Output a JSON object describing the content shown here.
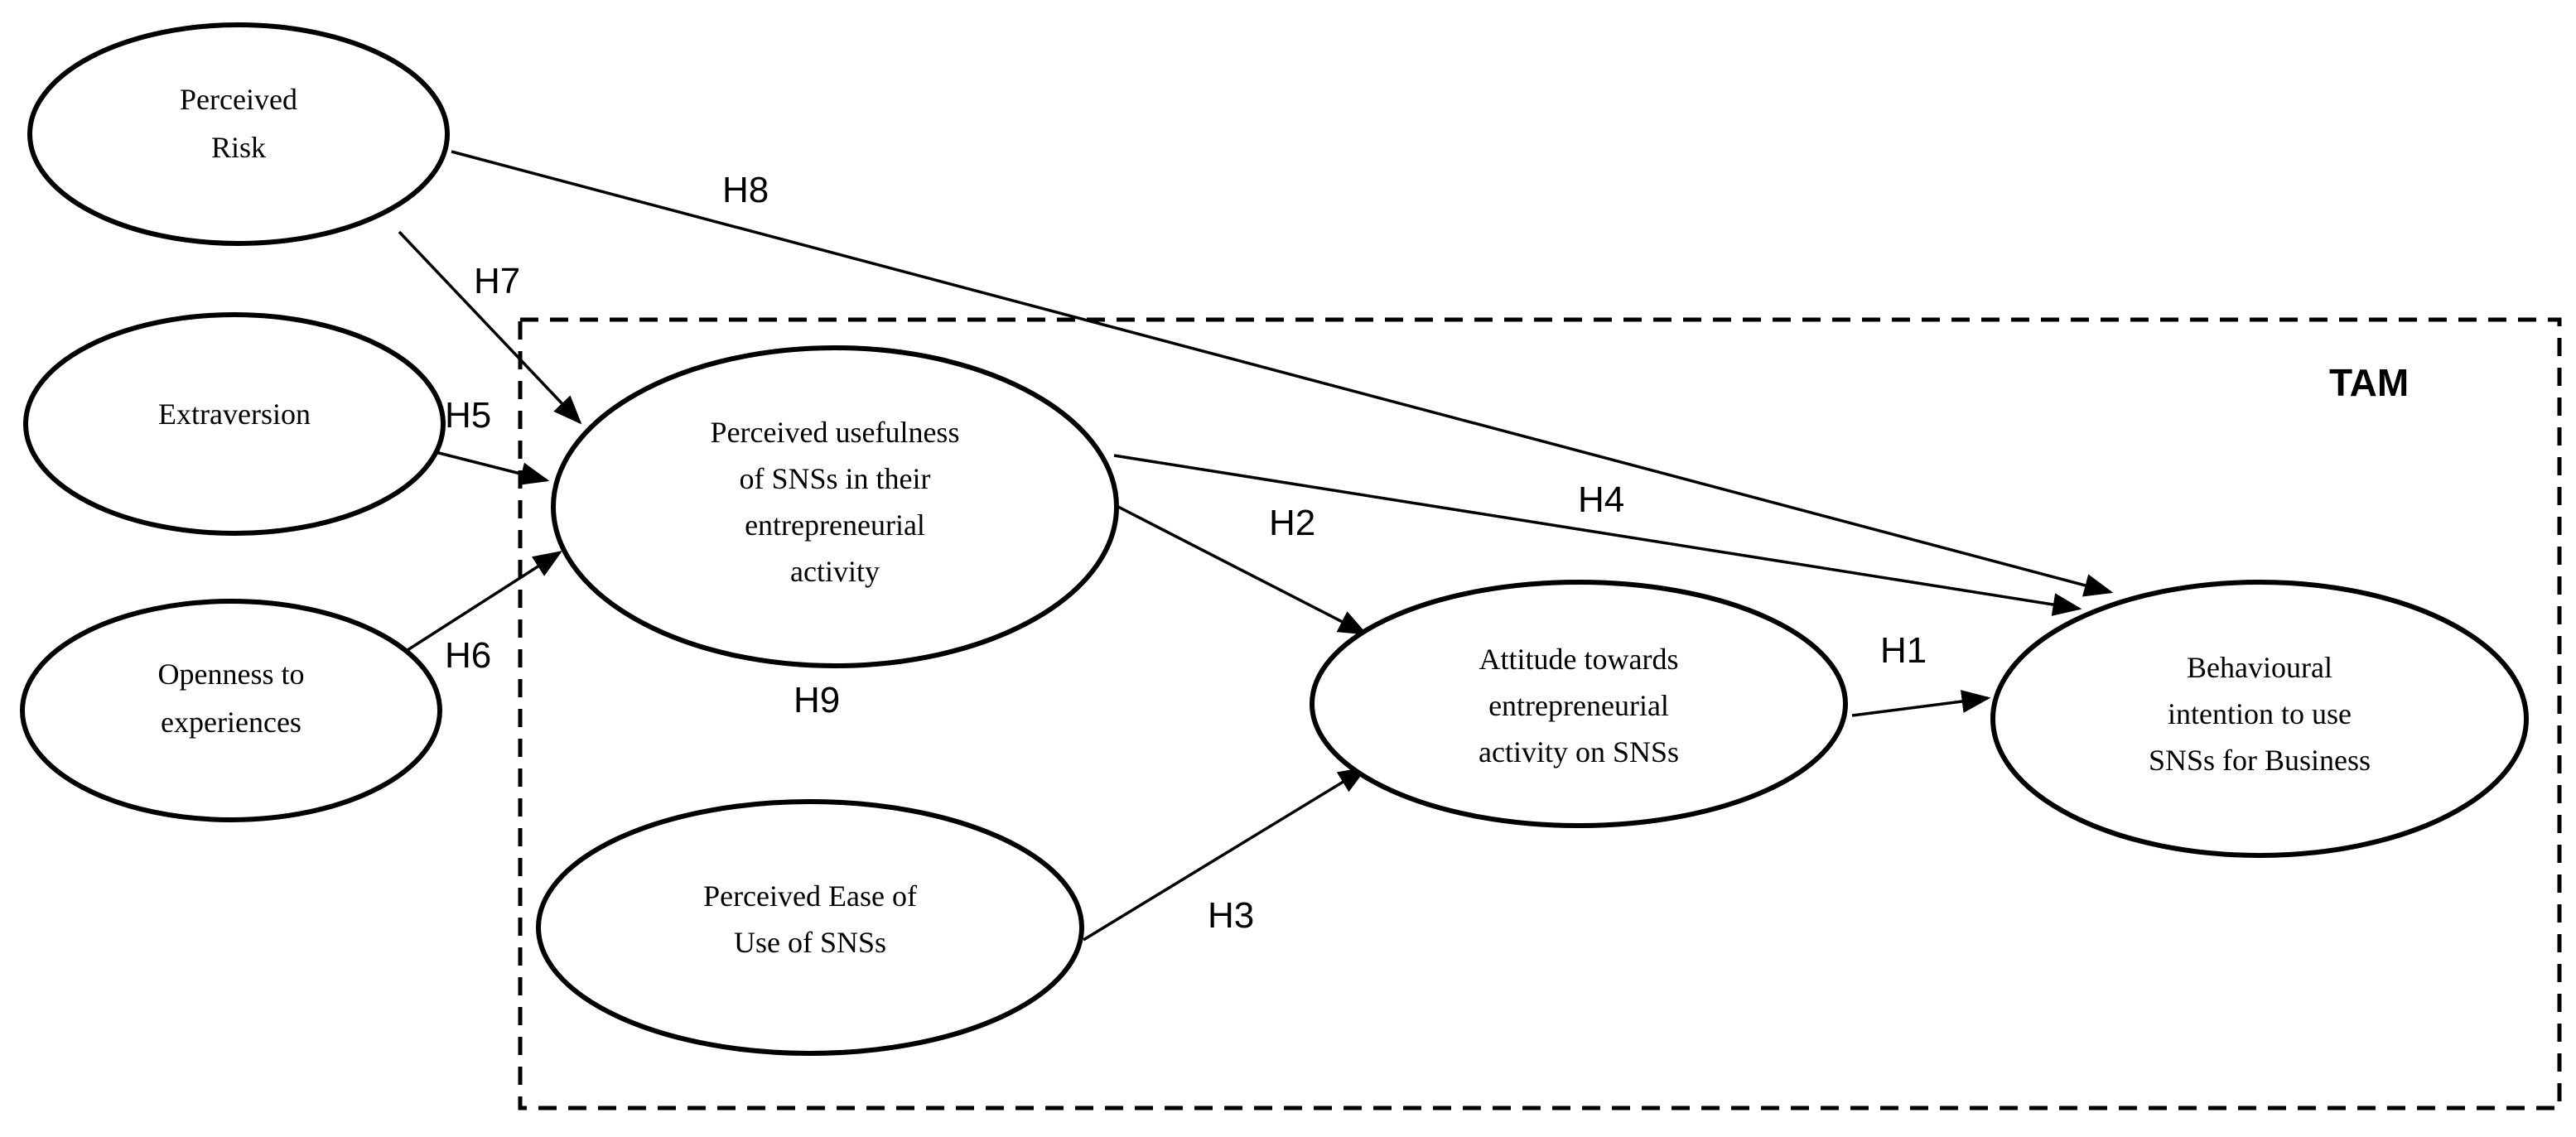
{
  "boundary_label": "TAM",
  "nodes": {
    "perceived_risk": [
      "Perceived",
      "Risk"
    ],
    "extraversion": [
      "Extraversion"
    ],
    "openness": [
      "Openness to",
      "experiences"
    ],
    "usefulness": [
      "Perceived usefulness",
      "of SNSs in their",
      "entrepreneurial",
      "activity"
    ],
    "ease_of_use": [
      "Perceived Ease of",
      "Use of SNSs"
    ],
    "attitude": [
      "Attitude towards",
      "entrepreneurial",
      "activity on SNSs"
    ],
    "intention": [
      "Behavioural",
      "intention to use",
      "SNSs for Business"
    ]
  },
  "hypotheses": {
    "h1": "H1",
    "h2": "H2",
    "h3": "H3",
    "h4": "H4",
    "h5": "H5",
    "h6": "H6",
    "h7": "H7",
    "h8": "H8",
    "h9": "H9"
  },
  "edges": [
    {
      "from": "perceived_risk",
      "to": "usefulness",
      "label": "H7"
    },
    {
      "from": "perceived_risk",
      "to": "intention",
      "label": "H8"
    },
    {
      "from": "extraversion",
      "to": "usefulness",
      "label": "H5"
    },
    {
      "from": "openness",
      "to": "usefulness",
      "label": "H6"
    },
    {
      "from": "usefulness",
      "to": "attitude",
      "label": "H2"
    },
    {
      "from": "usefulness",
      "to": "intention",
      "label": "H4"
    },
    {
      "from": "ease_of_use",
      "to": "attitude",
      "label": "H3"
    },
    {
      "from": "attitude",
      "to": "intention",
      "label": "H1"
    }
  ]
}
